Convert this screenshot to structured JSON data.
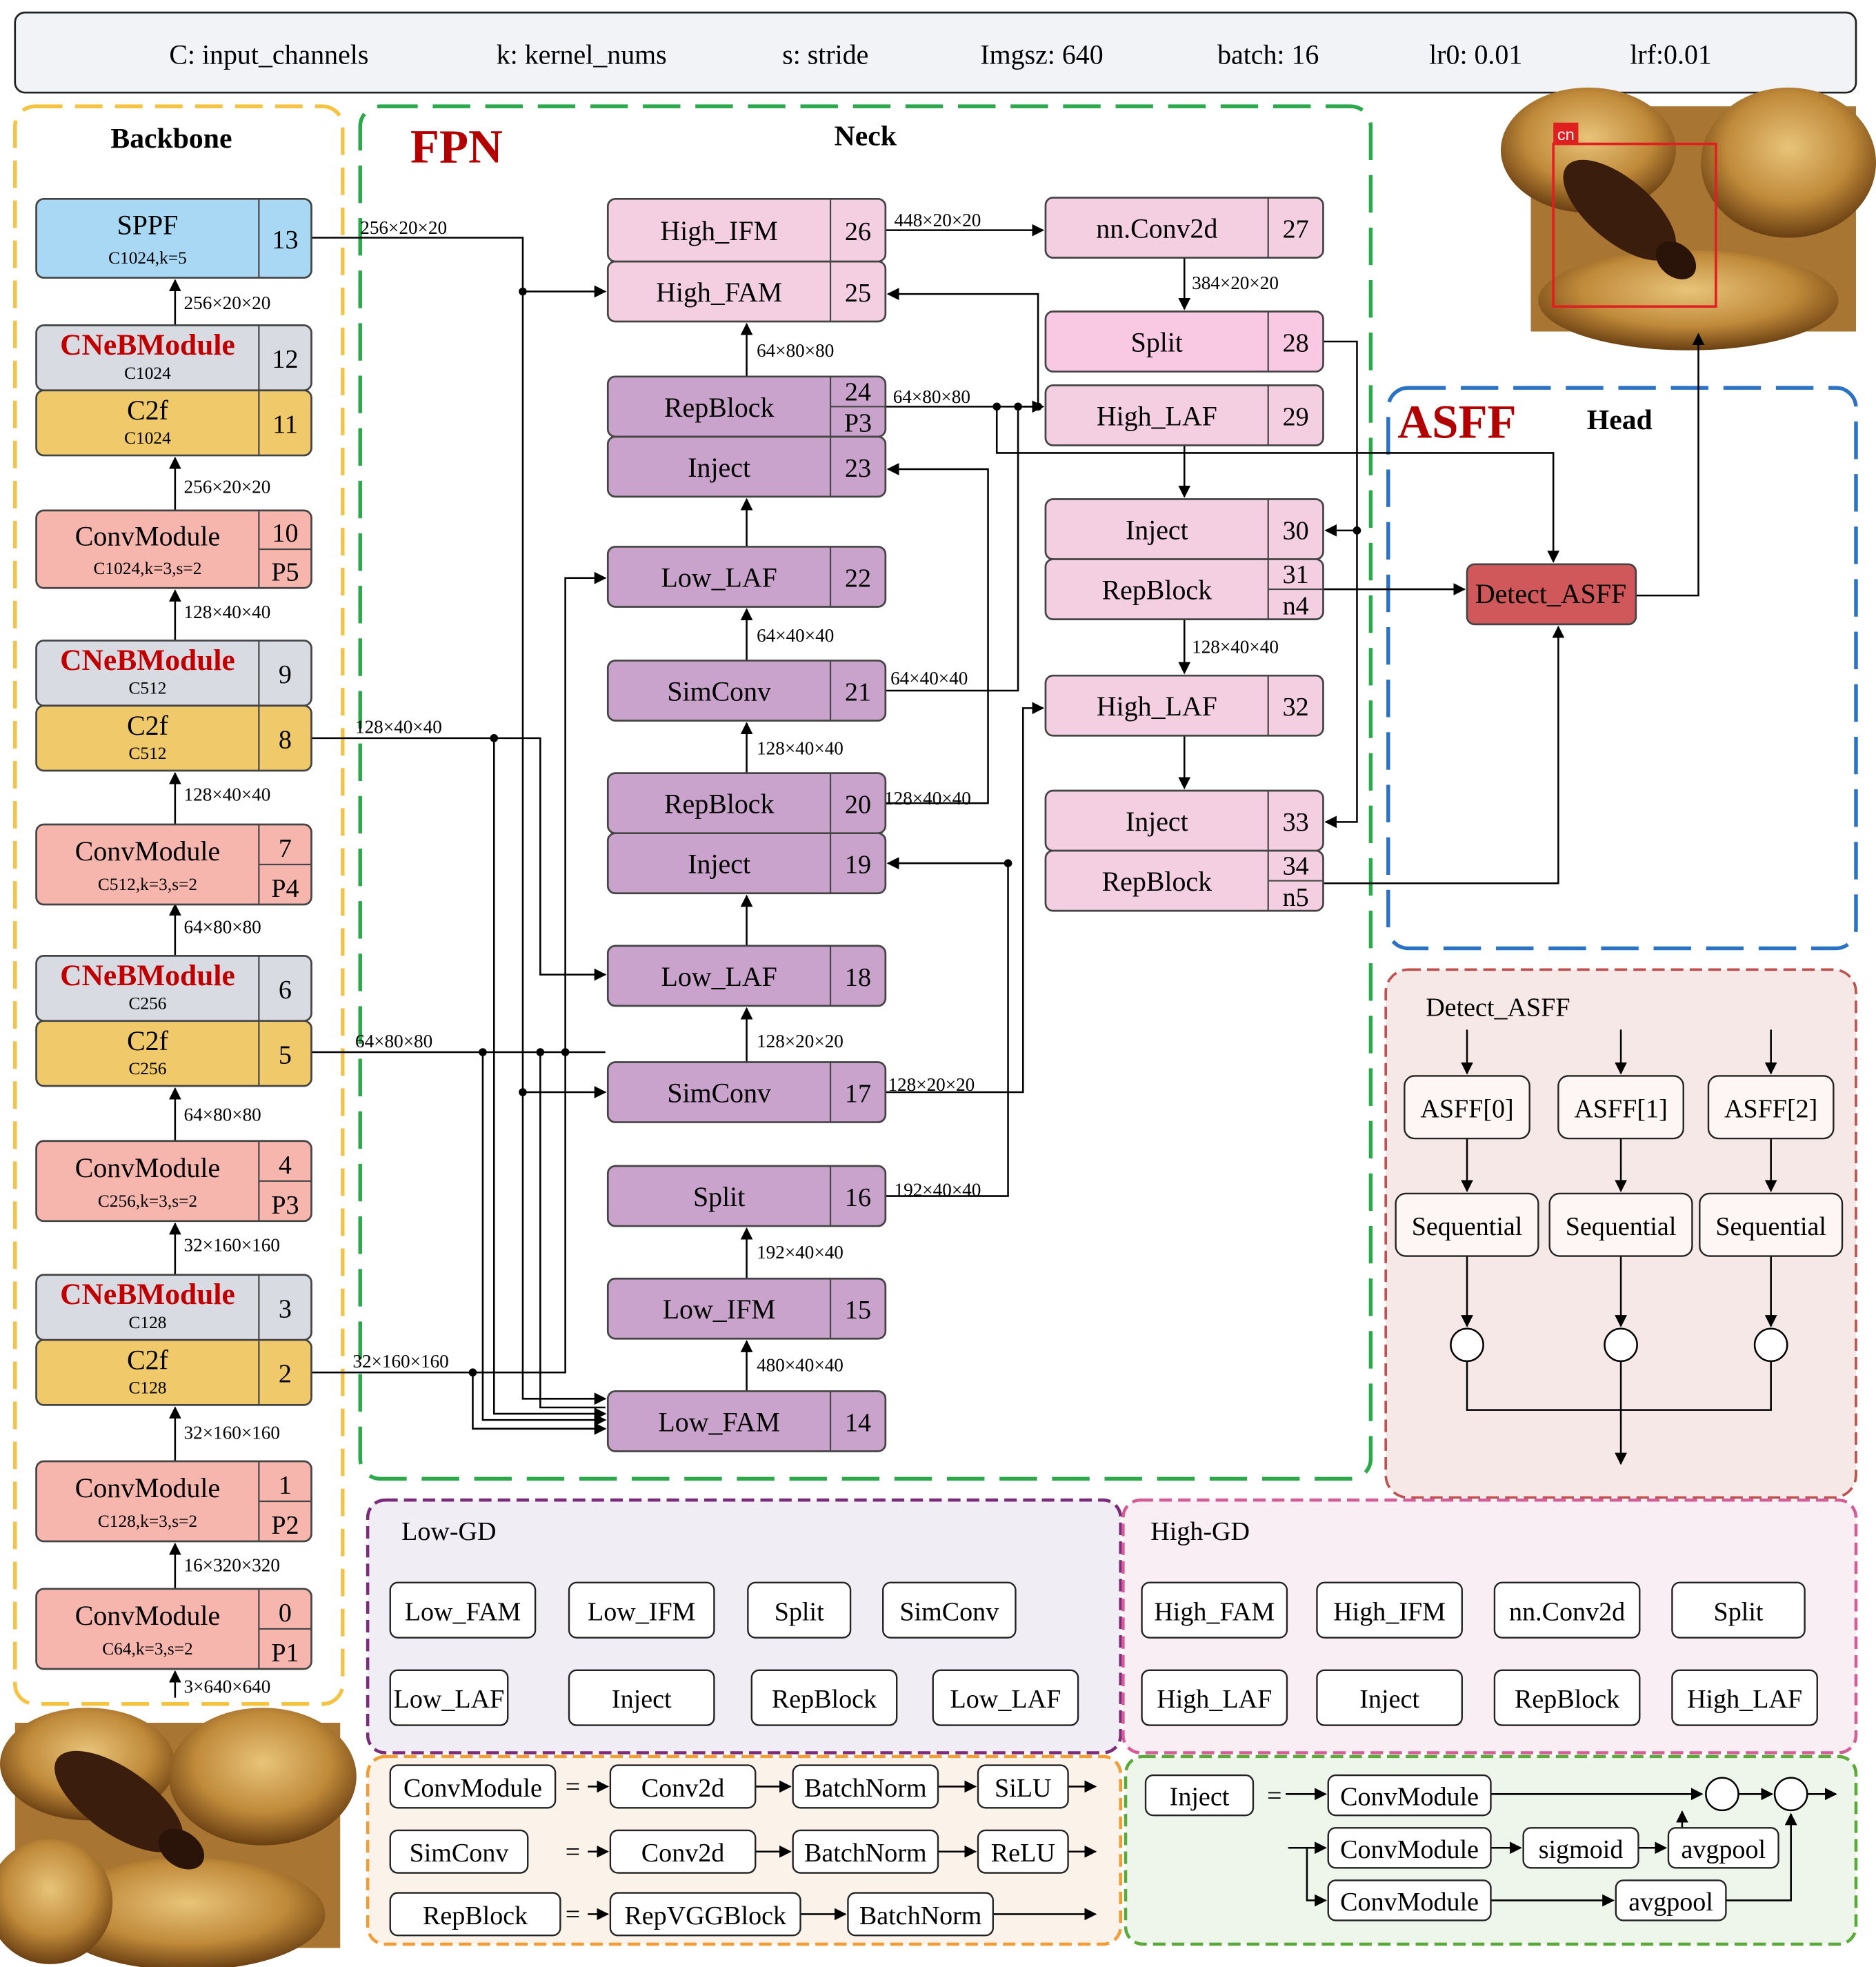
{
  "legend_bar": [
    "C: input_channels",
    "k: kernel_nums",
    "s: stride",
    "Imgsz: 640",
    "batch: 16",
    "lr0: 0.01",
    "lrf:0.01"
  ],
  "sections": {
    "backbone": "Backbone",
    "fpn": "FPN",
    "neck": "Neck",
    "asff": "ASFF",
    "head": "Head"
  },
  "colors": {
    "sppf": "#a9d8f5",
    "cneb": "#d9dbe3",
    "c2f": "#f0c96a",
    "conv": "#f6b6ad",
    "neck_dark": "#c9a3cc",
    "neck_light": "#f3cfe1",
    "split_top": "#f9c8e2",
    "detect": "#d0585a",
    "backbone_border": "#f5c242",
    "neck_border": "#2aa84a",
    "head_border": "#2a72c4",
    "detect_box_border": "#c0504d",
    "low_gd_border": "#7a2b7a",
    "high_gd_border": "#d65c97",
    "bottom_left_border": "#f39c33",
    "bottom_right_border": "#5aaa3a",
    "text_red": "#c00000"
  },
  "backbone": [
    {
      "id": "0",
      "name": "ConvModule",
      "sub": "C64,k=3,s=2",
      "tag": "P1",
      "in": "3×640×640"
    },
    {
      "id": "1",
      "name": "ConvModule",
      "sub": "C128,k=3,s=2",
      "tag": "P2",
      "in": "16×320×320"
    },
    {
      "id": "2",
      "name": "C2f",
      "sub": "C128",
      "in": "32×160×160"
    },
    {
      "id": "3",
      "name": "CNeBModule",
      "sub": "C128"
    },
    {
      "id": "4",
      "name": "ConvModule",
      "sub": "C256,k=3,s=2",
      "tag": "P3",
      "in": "32×160×160"
    },
    {
      "id": "5",
      "name": "C2f",
      "sub": "C256",
      "in": "64×80×80"
    },
    {
      "id": "6",
      "name": "CNeBModule",
      "sub": "C256"
    },
    {
      "id": "7",
      "name": "ConvModule",
      "sub": "C512,k=3,s=2",
      "tag": "P4",
      "in": "64×80×80"
    },
    {
      "id": "8",
      "name": "C2f",
      "sub": "C512",
      "in": "128×40×40"
    },
    {
      "id": "9",
      "name": "CNeBModule",
      "sub": "C512"
    },
    {
      "id": "10",
      "name": "ConvModule",
      "sub": "C1024,k=3,s=2",
      "tag": "P5",
      "in": "128×40×40"
    },
    {
      "id": "11",
      "name": "C2f",
      "sub": "C1024",
      "in": "256×20×20"
    },
    {
      "id": "12",
      "name": "CNeBModule",
      "sub": "C1024"
    },
    {
      "id": "13",
      "name": "SPPF",
      "sub": "C1024,k=5",
      "in": "256×20×20"
    }
  ],
  "neck": [
    {
      "id": "14",
      "name": "Low_FAM"
    },
    {
      "id": "15",
      "name": "Low_IFM"
    },
    {
      "id": "16",
      "name": "Split"
    },
    {
      "id": "17",
      "name": "SimConv"
    },
    {
      "id": "18",
      "name": "Low_LAF"
    },
    {
      "id": "19",
      "name": "Inject"
    },
    {
      "id": "20",
      "name": "RepBlock"
    },
    {
      "id": "21",
      "name": "SimConv"
    },
    {
      "id": "22",
      "name": "Low_LAF"
    },
    {
      "id": "23",
      "name": "Inject"
    },
    {
      "id": "24",
      "name": "RepBlock",
      "tag": "P3"
    },
    {
      "id": "25",
      "name": "High_FAM"
    },
    {
      "id": "26",
      "name": "High_IFM"
    },
    {
      "id": "27",
      "name": "nn.Conv2d"
    },
    {
      "id": "28",
      "name": "Split"
    },
    {
      "id": "29",
      "name": "High_LAF"
    },
    {
      "id": "30",
      "name": "Inject"
    },
    {
      "id": "31",
      "name": "RepBlock",
      "tag": "n4"
    },
    {
      "id": "32",
      "name": "High_LAF"
    },
    {
      "id": "33",
      "name": "Inject"
    },
    {
      "id": "34",
      "name": "RepBlock",
      "tag": "n5"
    }
  ],
  "dims": {
    "sppf_out": "256×20×20",
    "c2f8_out": "128×40×40",
    "c2f5_out": "64×80×80",
    "c2f2_out": "32×160×160",
    "n14_15": "480×40×40",
    "n15_16": "192×40×40",
    "n16_out": "192×40×40",
    "n17_18": "128×20×20",
    "n17_out": "128×20×20",
    "n19_20": "128×40×40",
    "n20_out": "128×40×40",
    "n21_22": "64×40×40",
    "n21_out": "64×40×40",
    "n24_25": "64×80×80",
    "n24_out": "64×80×80",
    "n26_27": "448×20×20",
    "n27_28": "384×20×20",
    "n31_32": "128×40×40"
  },
  "detect_label": "Detect_ASFF",
  "detect_asff": {
    "title": "Detect_ASFF",
    "asff": [
      "ASFF[0]",
      "ASFF[1]",
      "ASFF[2]"
    ],
    "seq": [
      "Sequential",
      "Sequential",
      "Sequential"
    ]
  },
  "low_gd": {
    "title": "Low-GD",
    "items": [
      "Low_FAM",
      "Low_IFM",
      "Split",
      "SimConv",
      "Low_LAF",
      "Inject",
      "RepBlock",
      "Low_LAF"
    ]
  },
  "high_gd": {
    "title": "High-GD",
    "items": [
      "High_FAM",
      "High_IFM",
      "nn.Conv2d",
      "Split",
      "High_LAF",
      "Inject",
      "RepBlock",
      "High_LAF"
    ]
  },
  "defs_left": [
    {
      "name": "ConvModule",
      "parts": [
        "Conv2d",
        "BatchNorm",
        "SiLU"
      ]
    },
    {
      "name": "SimConv",
      "parts": [
        "Conv2d",
        "BatchNorm",
        "ReLU"
      ]
    },
    {
      "name": "RepBlock",
      "parts": [
        "RepVGGBlock",
        "BatchNorm"
      ]
    }
  ],
  "inject_def": {
    "name": "Inject",
    "conv": [
      "ConvModule",
      "ConvModule",
      "ConvModule"
    ],
    "sigmoid": "sigmoid",
    "avgpool": [
      "avgpool",
      "avgpool"
    ]
  },
  "eq": "=",
  "photo_label": "cn"
}
